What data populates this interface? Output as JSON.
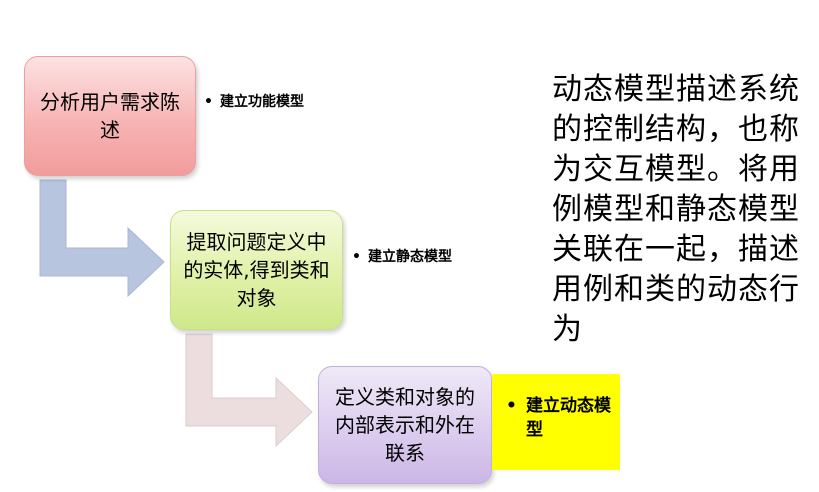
{
  "steps": [
    {
      "label": "分析用户需求陈述",
      "note": "建立功能模型"
    },
    {
      "label": "提取问题定义中的实体,得到类和对象",
      "note": "建立静态模型"
    },
    {
      "label": "定义类和对象的内部表示和外在联系",
      "note": "建立动态模型"
    }
  ],
  "description": "动态模型描述系统的控制结构，也称为交互模型。将用例模型和静态模型关联在一起，描述用例和类的动态行为",
  "colors": {
    "step1_fill": "#f7b4b4",
    "step2_fill": "#e0f1a8",
    "step3_fill": "#dccdef",
    "arrow1": "#b7c5de",
    "arrow2": "#ecdede",
    "highlight": "#ffff00"
  },
  "icons": {
    "bullet": "bullet-dot"
  }
}
